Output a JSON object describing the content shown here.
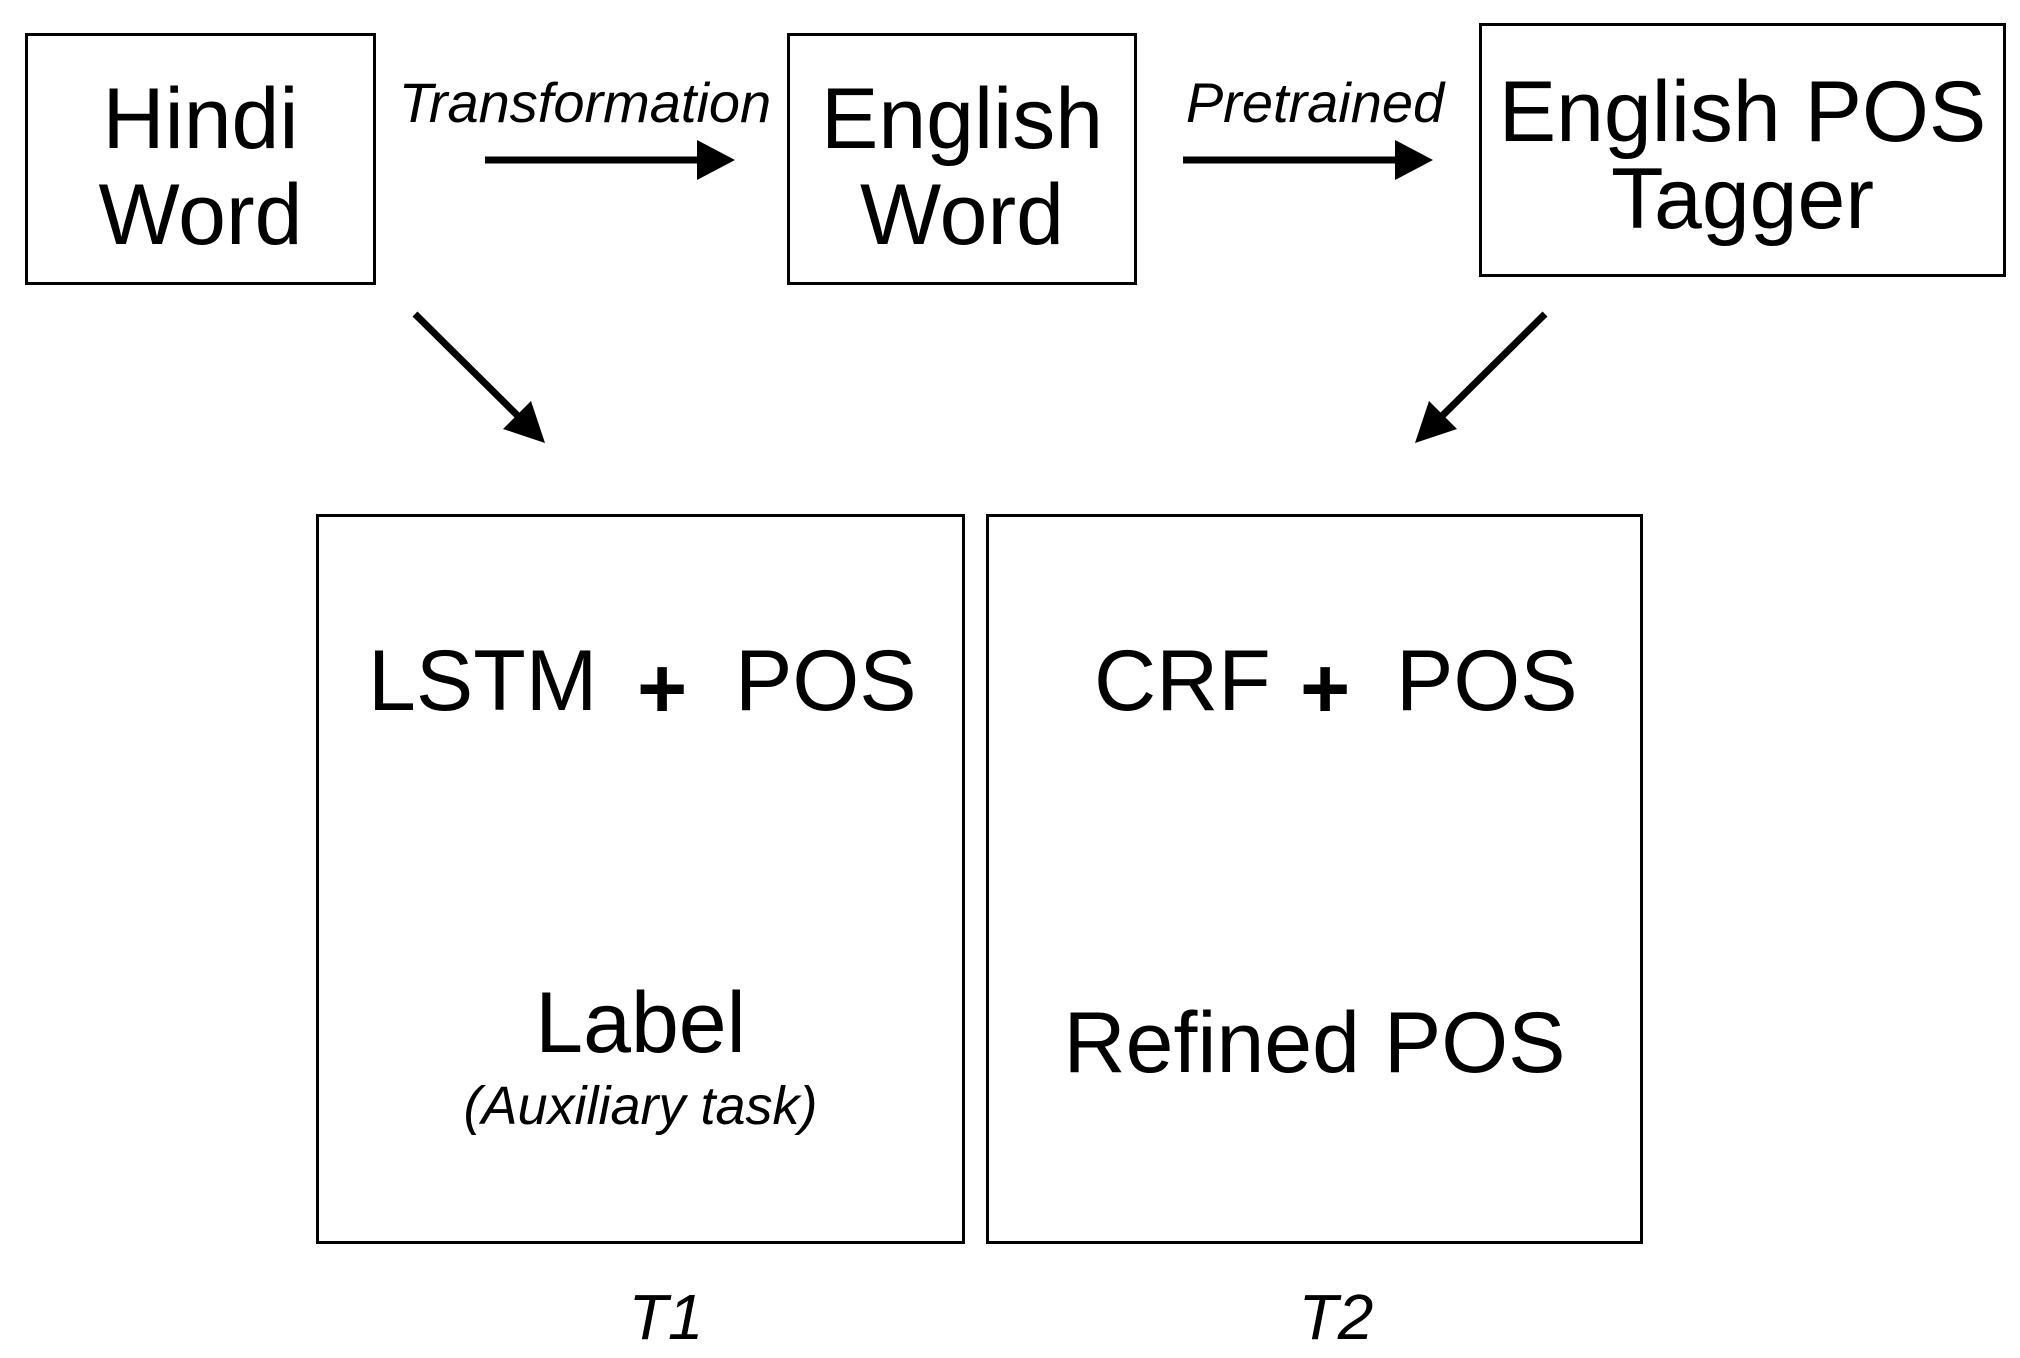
{
  "top_row": {
    "hindi_word": {
      "line1": "Hindi",
      "line2": "Word"
    },
    "english_word": {
      "line1": "English",
      "line2": "Word"
    },
    "english_pos_tagger": {
      "line1": "English POS",
      "line2": "Tagger"
    }
  },
  "edge_labels": {
    "transformation": "Transformation",
    "pretrained": "Pretrained"
  },
  "task1": {
    "model": "LSTM",
    "plus": "+",
    "pos": "POS",
    "output": "Label",
    "output_note": "(Auxiliary task)",
    "caption": "T1"
  },
  "task2": {
    "model": "CRF",
    "plus": "+",
    "pos": "POS",
    "output": "Refined POS",
    "caption": "T2"
  }
}
